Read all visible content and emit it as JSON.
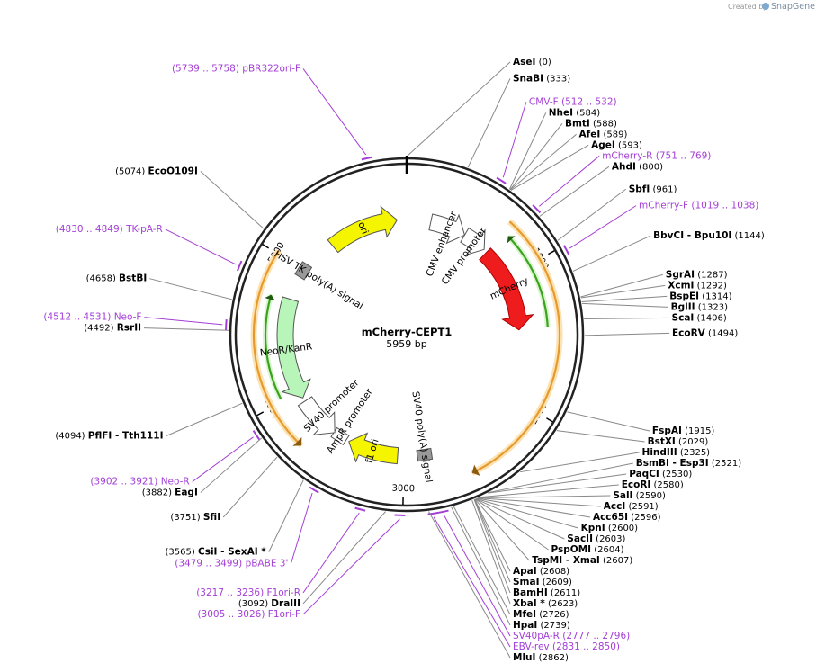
{
  "credit": {
    "prefix": "Created by",
    "brand": "SnapGene",
    "brand_icon": "snapgene-logo-icon"
  },
  "plasmid": {
    "name": "mCherry-CEPT1",
    "length": 5959,
    "length_label": "5959 bp"
  },
  "ticks": [
    1000,
    2000,
    3000,
    4000,
    5000
  ],
  "enzymes": [
    {
      "name": "AseI",
      "pos": "(0)",
      "at": 0
    },
    {
      "name": "SnaBI",
      "pos": "(333)",
      "at": 333
    },
    {
      "name": "NheI",
      "pos": "(584)",
      "at": 584
    },
    {
      "name": "BmtI",
      "pos": "(588)",
      "at": 588
    },
    {
      "name": "AfeI",
      "pos": "(589)",
      "at": 589
    },
    {
      "name": "AgeI",
      "pos": "(593)",
      "at": 593
    },
    {
      "name": "AhdI",
      "pos": "(800)",
      "at": 800
    },
    {
      "name": "SbfI",
      "pos": "(961)",
      "at": 961
    },
    {
      "name": "BbvCI",
      "name2": "Bpu10I",
      "pos": "(1144)",
      "at": 1144
    },
    {
      "name": "SgrAI",
      "pos": "(1287)",
      "at": 1287
    },
    {
      "name": "XcmI",
      "pos": "(1292)",
      "at": 1292
    },
    {
      "name": "BspEI",
      "pos": "(1314)",
      "at": 1314
    },
    {
      "name": "BglII",
      "pos": "(1323)",
      "at": 1323
    },
    {
      "name": "ScaI",
      "pos": "(1406)",
      "at": 1406
    },
    {
      "name": "EcoRV",
      "pos": "(1494)",
      "at": 1494
    },
    {
      "name": "FspAI",
      "pos": "(1915)",
      "at": 1915
    },
    {
      "name": "BstXI",
      "pos": "(2029)",
      "at": 2029
    },
    {
      "name": "HindIII",
      "pos": "(2325)",
      "at": 2325
    },
    {
      "name": "BsmBI",
      "name2": "Esp3I",
      "pos": "(2521)",
      "at": 2521
    },
    {
      "name": "PaqCI",
      "pos": "(2530)",
      "at": 2530
    },
    {
      "name": "EcoRI",
      "pos": "(2580)",
      "at": 2580
    },
    {
      "name": "SalI",
      "pos": "(2590)",
      "at": 2590
    },
    {
      "name": "AccI",
      "pos": "(2591)",
      "at": 2591
    },
    {
      "name": "Acc65I",
      "pos": "(2596)",
      "at": 2596
    },
    {
      "name": "KpnI",
      "pos": "(2600)",
      "at": 2600
    },
    {
      "name": "SacII",
      "pos": "(2603)",
      "at": 2603
    },
    {
      "name": "PspOMI",
      "pos": "(2604)",
      "at": 2604
    },
    {
      "name": "TspMI",
      "name2": "XmaI",
      "pos": "(2607)",
      "at": 2607
    },
    {
      "name": "ApaI",
      "pos": "(2608)",
      "at": 2608
    },
    {
      "name": "SmaI",
      "pos": "(2609)",
      "at": 2609
    },
    {
      "name": "BamHI",
      "pos": "(2611)",
      "at": 2611
    },
    {
      "name": "XbaI *",
      "pos": "(2623)",
      "at": 2623
    },
    {
      "name": "MfeI",
      "pos": "(2726)",
      "at": 2726
    },
    {
      "name": "HpaI",
      "pos": "(2739)",
      "at": 2739
    },
    {
      "name": "MluI",
      "pos": "(2862)",
      "at": 2862
    },
    {
      "name": "DraIII",
      "pos": "(3092)",
      "at": 3092
    },
    {
      "name": "CsiI",
      "name2": "SexAI *",
      "pos": "(3565)",
      "at": 3565
    },
    {
      "name": "SfiI",
      "pos": "(3751)",
      "at": 3751
    },
    {
      "name": "EagI",
      "pos": "(3882)",
      "at": 3882
    },
    {
      "name": "PflFI",
      "name2": "Tth111I",
      "pos": "(4094)",
      "at": 4094
    },
    {
      "name": "RsrII",
      "pos": "(4492)",
      "at": 4492
    },
    {
      "name": "BstBI",
      "pos": "(4658)",
      "at": 4658
    },
    {
      "name": "EcoO109I",
      "pos": "(5074)",
      "at": 5074
    }
  ],
  "primers": [
    {
      "name": "CMV-F",
      "range": "(512 .. 532)",
      "at": 522
    },
    {
      "name": "mCherry-R",
      "range": "(751 .. 769)",
      "at": 760
    },
    {
      "name": "mCherry-F",
      "range": "(1019 .. 1038)",
      "at": 1028
    },
    {
      "name": "SV40pA-R",
      "range": "(2777 .. 2796)",
      "at": 2786
    },
    {
      "name": "EBV-rev",
      "range": "(2831 .. 2850)",
      "at": 2840
    },
    {
      "name": "F1ori-F",
      "range": "(3005 .. 3026)",
      "at": 3015
    },
    {
      "name": "F1ori-R",
      "range": "(3217 .. 3236)",
      "at": 3226
    },
    {
      "name": "pBABE 3'",
      "range": "(3479 .. 3499)",
      "at": 3489
    },
    {
      "name": "Neo-R",
      "range": "(3902 .. 3921)",
      "at": 3911
    },
    {
      "name": "Neo-F",
      "range": "(4512 .. 4531)",
      "at": 4521
    },
    {
      "name": "TK-pA-R",
      "range": "(4830 .. 4849)",
      "at": 4839
    },
    {
      "name": "pBR322ori-F",
      "range": "(5739 .. 5758)",
      "at": 5748
    }
  ],
  "features": [
    {
      "name": "CMV enhancer",
      "start": 200,
      "end": 500,
      "color": "#ffffff"
    },
    {
      "name": "CMV promoter",
      "start": 500,
      "end": 700,
      "color": "#ffffff"
    },
    {
      "name": "mCherry",
      "start": 730,
      "end": 1450,
      "color": "#ee1c1c"
    },
    {
      "name": "SV40 poly(A) signal",
      "start": 2780,
      "end": 2900,
      "color": "#999999"
    },
    {
      "name": "f1 ori",
      "start": 3050,
      "end": 3450,
      "color": "#f5f500"
    },
    {
      "name": "AmpR promoter",
      "start": 3480,
      "end": 3580,
      "color": "#ffffff"
    },
    {
      "name": "SV40 promoter",
      "start": 3580,
      "end": 3920,
      "color": "#ffffff"
    },
    {
      "name": "NeoR/KanR",
      "start": 3950,
      "end": 4750,
      "color": "#b8f5b8"
    },
    {
      "name": "HSV TK poly(A) signal",
      "start": 4960,
      "end": 5030,
      "color": "#999999"
    },
    {
      "name": "ori",
      "start": 5300,
      "end": 5880,
      "color": "#f5f500"
    }
  ],
  "orfs": [
    {
      "start": 700,
      "end": 2560,
      "dir": 1
    },
    {
      "start": 3700,
      "end": 5020,
      "dir": -1
    }
  ],
  "green_arcs": [
    {
      "start": 760,
      "end": 1440,
      "dir": 1
    },
    {
      "start": 4020,
      "end": 4740,
      "dir": -1
    }
  ],
  "colors": {
    "primer": "#a43fd6",
    "orf": "#e69a2e",
    "orf_fill": "#fde3b3",
    "green": "#3aa21e",
    "backbone": "#222222"
  }
}
